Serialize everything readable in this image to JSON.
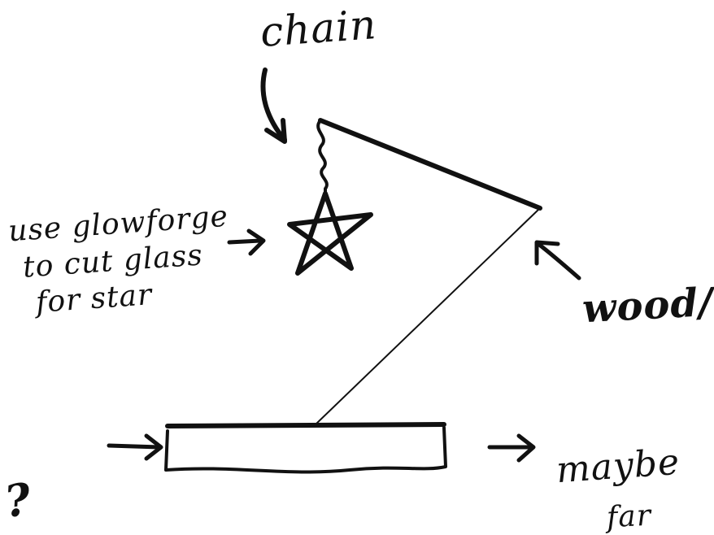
{
  "annotations": {
    "chain": "chain",
    "glass_line_1": "use glowforge",
    "glass_line_2": "to cut glass",
    "glass_line_3": "for star",
    "wood": "wood/",
    "maybe_line_1": "maybe",
    "maybe_line_2": "far",
    "question": "?"
  },
  "colors": {
    "ink": "#111111",
    "paper": "#ffffff"
  }
}
